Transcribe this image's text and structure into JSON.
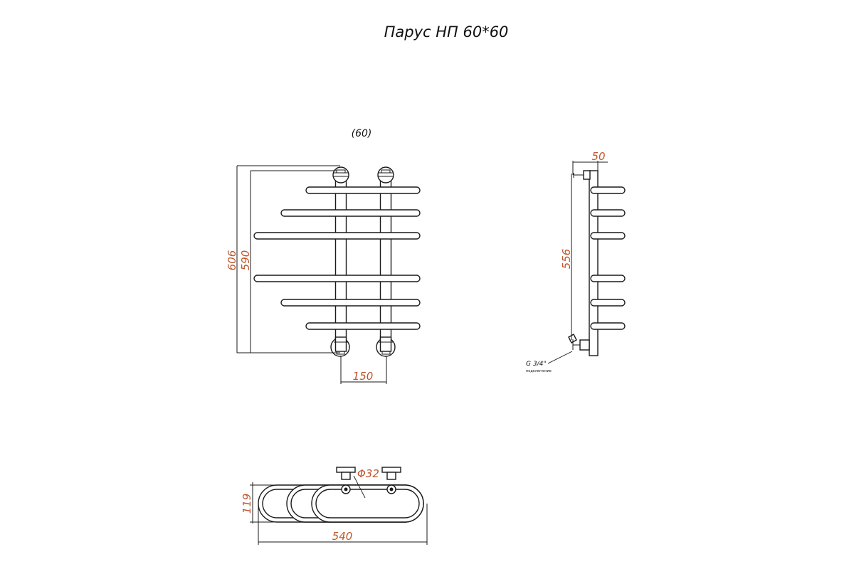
{
  "title": "Парус НП 60*60",
  "front_view": {
    "label": "(60)",
    "dims": {
      "outer_height": "606",
      "inner_height": "590",
      "axis_distance": "150"
    }
  },
  "side_view": {
    "dims": {
      "depth": "50",
      "height": "556"
    },
    "connection": {
      "thread": "G 3/4\"",
      "note": "подключение"
    }
  },
  "top_view": {
    "dims": {
      "depth": "119",
      "width": "540",
      "pipe_diameter": "Φ32"
    }
  },
  "colors": {
    "dimension": "#c0542a",
    "line": "#1a1a1a"
  }
}
